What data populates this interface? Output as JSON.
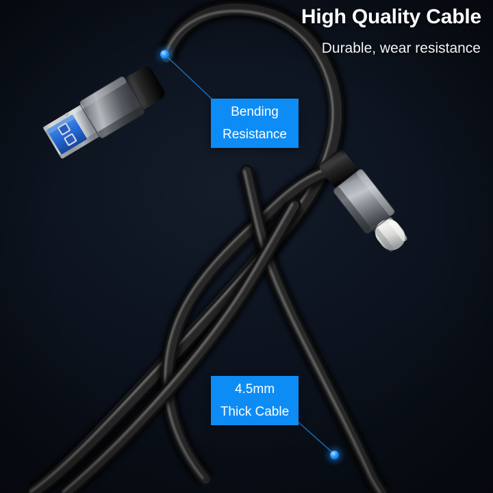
{
  "product": {
    "name": "USB-A to USB-C cable",
    "background_color": "#0b111c",
    "accent_color": "#0e8cf5"
  },
  "header": {
    "title": "High Quality Cable",
    "subtitle": "Durable, wear resistance",
    "title_color": "#ffffff",
    "subtitle_color": "#f2f4f7"
  },
  "callouts": [
    {
      "id": "bending",
      "line1": "Bending",
      "line2": "Resistance",
      "box_color": "#0e8cf5",
      "text_color": "#ffffff",
      "marker": "leader-dot"
    },
    {
      "id": "thickness",
      "line1": "4.5mm",
      "line2": "Thick Cable",
      "box_color": "#0e8cf5",
      "text_color": "#ffffff",
      "marker": "leader-dot"
    }
  ],
  "connectors": [
    {
      "id": "usb-a",
      "label": "USB-A 3.0 connector",
      "housing_color": "#6e7278",
      "tip_color": "#d8dade",
      "insert_color": "#1f6fe0"
    },
    {
      "id": "usb-c",
      "label": "USB-C connector",
      "housing_color": "#7d828a",
      "tip_color": "#e8e9ea"
    }
  ],
  "cable": {
    "color": "#151515",
    "highlight_color": "#6a6a6a",
    "description": "Black braided cable looping from USB-A, crossing itself mid-frame"
  }
}
